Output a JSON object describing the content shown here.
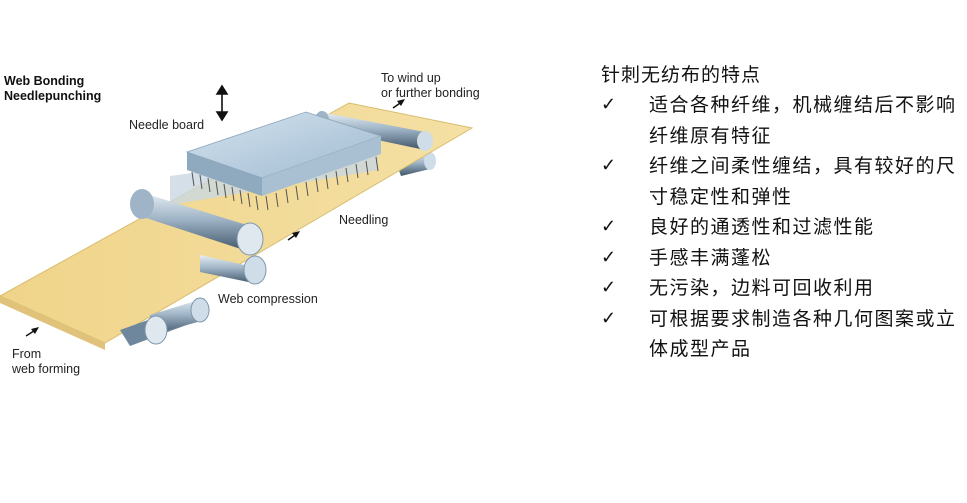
{
  "diagram": {
    "title_line1": "Web Bonding",
    "title_line2": "Needlepunching",
    "label_needle_board": "Needle board",
    "label_wind_up_line1": "To wind up",
    "label_wind_up_line2": "or further bonding",
    "label_needling": "Needling",
    "label_web_compression": "Web compression",
    "label_from_line1": "From",
    "label_from_line2": "web forming",
    "colors": {
      "web": "#f2d98a",
      "board": "#b8cfe0",
      "roller": "#7f97ad"
    }
  },
  "features": {
    "heading": "针刺无纺布的特点",
    "check_symbol": "✓",
    "items": [
      "适合各种纤维，机械缠结后不影响纤维原有特征",
      "纤维之间柔性缠结，具有较好的尺寸稳定性和弹性",
      "良好的通透性和过滤性能",
      "手感丰满蓬松",
      "无污染，边料可回收利用",
      "可根据要求制造各种几何图案或立体成型产品"
    ]
  }
}
